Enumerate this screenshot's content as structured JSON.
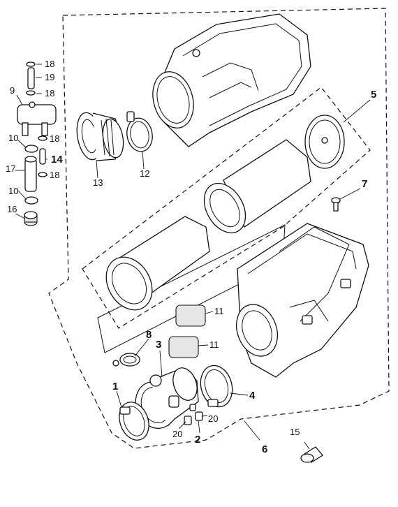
{
  "labels": {
    "l1": "1",
    "l2": "2",
    "l3": "3",
    "l4": "4",
    "l5": "5",
    "l6": "6",
    "l7": "7",
    "l8": "8",
    "l9": "9",
    "l10a": "10",
    "l10b": "10",
    "l11a": "11",
    "l11b": "11",
    "l12": "12",
    "l13": "13",
    "l14": "14",
    "l15": "15",
    "l16": "16",
    "l17": "17",
    "l18a": "18",
    "l18b": "18",
    "l18c": "18",
    "l18d": "18",
    "l19": "19",
    "l20a": "20",
    "l20b": "20"
  }
}
